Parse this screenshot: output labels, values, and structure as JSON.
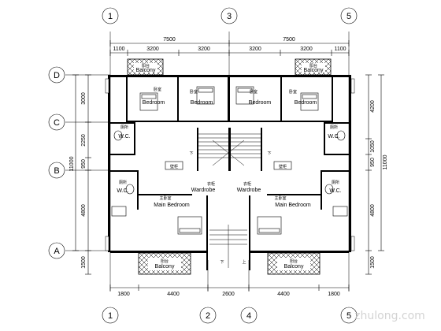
{
  "axes": {
    "top": [
      "1",
      "3",
      "5"
    ],
    "bottom": [
      "1",
      "2",
      "4",
      "5"
    ],
    "left": [
      "D",
      "C",
      "B",
      "A"
    ]
  },
  "dims": {
    "top_total": [
      "7500",
      "7500"
    ],
    "top_parts": [
      "1100",
      "3200",
      "3200",
      "3200",
      "3200",
      "1100"
    ],
    "bottom": [
      "1800",
      "4400",
      "2600",
      "4400",
      "1800"
    ],
    "left": [
      "3000",
      "2250",
      "950",
      "4800",
      "1500"
    ],
    "left_total": "11000",
    "right": [
      "4200",
      "1050",
      "950",
      "4800",
      "1500"
    ],
    "right_total": "11000"
  },
  "rooms": {
    "balcony_top_l_cn": "阳台",
    "balcony_top_l": "Balcony",
    "balcony_top_r_cn": "阳台",
    "balcony_top_r": "Balcony",
    "bed1_cn": "卧室",
    "bed1": "Bedroom",
    "bed2_cn": "卧室",
    "bed2": "Bedroom",
    "bed3_cn": "卧室",
    "bed3": "Bedroom",
    "bed4_cn": "卧室",
    "bed4": "Bedroom",
    "wc1_cn": "厕所",
    "wc1": "W.C.",
    "wc2_cn": "厕所",
    "wc2": "W.C.",
    "wc3_cn": "厕所",
    "wc3": "W.C.",
    "wc4_cn": "厕所",
    "wc4": "W.C.",
    "down_l": "下",
    "down_r": "下",
    "shelf_l": "壁柜",
    "shelf_r": "壁柜",
    "wardrobe_l_cn": "衣柜",
    "wardrobe_l": "Wardrobe",
    "wardrobe_r_cn": "衣柜",
    "wardrobe_r": "Wardrobe",
    "master_l_cn": "主卧室",
    "master_l": "Main Bedroom",
    "master_r_cn": "主卧室",
    "master_r": "Main Bedroom",
    "balcony_bot_l_cn": "阳台",
    "balcony_bot_l": "Balcony",
    "balcony_bot_r_cn": "阳台",
    "balcony_bot_r": "Balcony",
    "stair_down": "下",
    "stair_up": "上"
  },
  "watermark": "zhulong.com"
}
